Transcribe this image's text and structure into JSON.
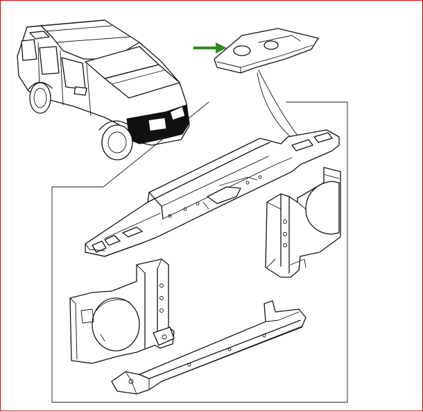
{
  "diagram": {
    "accent_colors": {
      "border": "#d00000",
      "arrow": "#2e8b1f",
      "lines": "#111111"
    },
    "components": [
      {
        "id": "vehicle",
        "icon": "vehicle-illustration"
      },
      {
        "id": "bracket",
        "icon": "top-bracket-part"
      },
      {
        "id": "upper-panel",
        "icon": "upper-cross-panel"
      },
      {
        "id": "right-housing",
        "icon": "right-fan-housing"
      },
      {
        "id": "left-housing",
        "icon": "left-fan-housing"
      },
      {
        "id": "lower-rail",
        "icon": "lower-rail"
      }
    ]
  }
}
